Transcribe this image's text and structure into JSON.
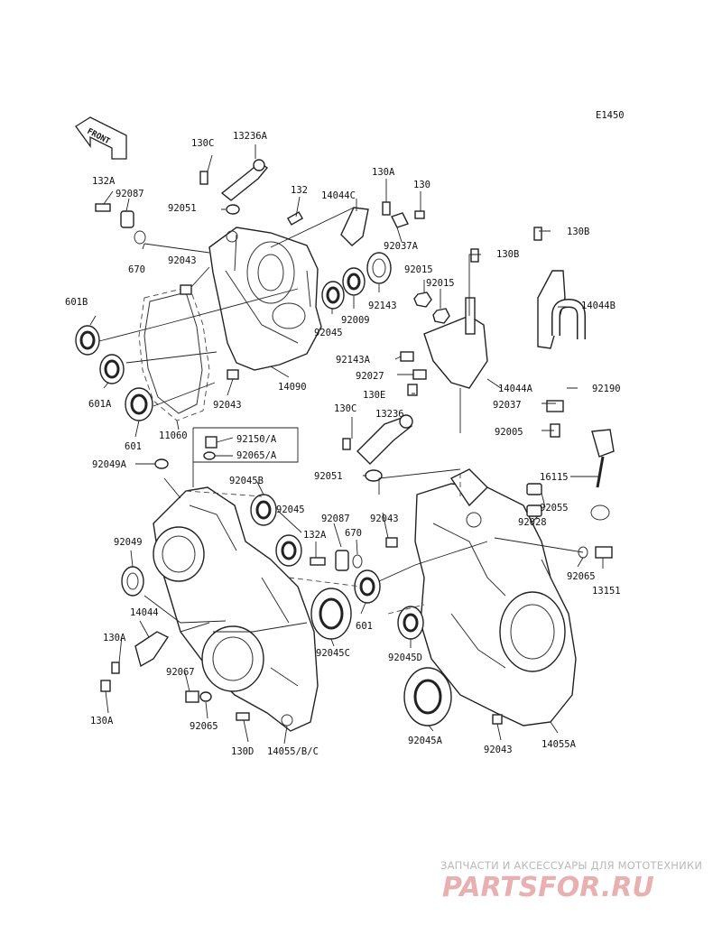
{
  "diagram": {
    "code": "E1450",
    "front_label": "FRONT",
    "colors": {
      "line": "#222222",
      "background": "#ffffff",
      "watermark_red": "#e8b0b0",
      "watermark_grey": "#b9b9b9"
    },
    "labels": [
      "130C",
      "13236A",
      "132A",
      "92087",
      "92051",
      "132",
      "14044C",
      "130A",
      "130",
      "670",
      "92043",
      "130B",
      "130B",
      "92037A",
      "601B",
      "92015",
      "92015",
      "14044B",
      "92143",
      "92009",
      "92045",
      "601A",
      "92143A",
      "92027",
      "14044A",
      "14090",
      "130E",
      "92190",
      "92043",
      "92037",
      "130C",
      "13236",
      "601",
      "11060",
      "92005",
      "92150/A",
      "92065/A",
      "92049A",
      "92051",
      "16115",
      "92045B",
      "92045",
      "92087",
      "670",
      "92043",
      "92055",
      "92028",
      "92049",
      "132A",
      "92065",
      "13151",
      "14044",
      "601",
      "130A",
      "92045C",
      "92045D",
      "92067",
      "130A",
      "92065",
      "130D",
      "14055/B/C",
      "92045A",
      "92043",
      "14055A"
    ]
  },
  "watermark": {
    "subtitle": "ЗАПЧАСТИ И АКСЕССУАРЫ ДЛЯ МОТОТЕХНИКИ",
    "brand": "PARTSFOR.RU"
  }
}
